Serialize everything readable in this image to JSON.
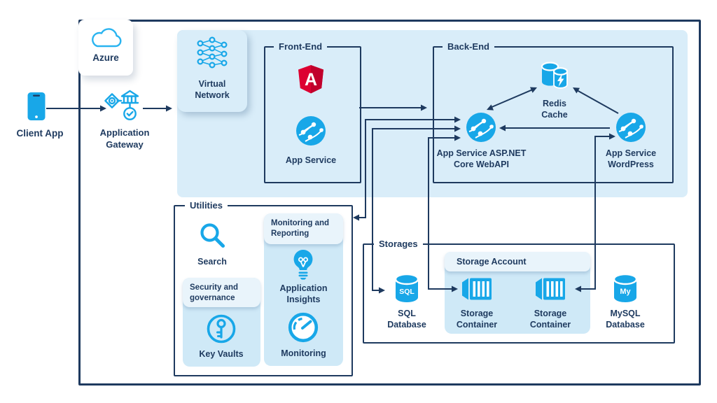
{
  "colors": {
    "navy": "#1e3a5f",
    "azure_blue": "#18a7e8",
    "cloud_blue": "#2ab4f0",
    "panel_blue": "#d9edf9",
    "subpanel_blue": "#cfe9f7",
    "chip_blue": "#e9f4fb",
    "angular_red": "#dd0031",
    "angular_red_dark": "#c1002c"
  },
  "azure": {
    "label": "Azure"
  },
  "client": {
    "label": "Client App"
  },
  "gateway": {
    "label": "Application Gateway"
  },
  "virtual_network": {
    "label": "Virtual Network"
  },
  "front_end": {
    "title": "Front-End",
    "app_service": {
      "label": "App Service"
    }
  },
  "back_end": {
    "title": "Back-End",
    "redis": {
      "label": "Redis Cache"
    },
    "webapi": {
      "label": "App Service ASP.NET Core WebAPI"
    },
    "wordpress": {
      "label": "App Service WordPress"
    }
  },
  "utilities": {
    "title": "Utilities",
    "search": {
      "label": "Search"
    },
    "security_governance": {
      "label": "Security and governance"
    },
    "key_vaults": {
      "label": "Key Vaults"
    },
    "monitoring_reporting": {
      "label": "Monitoring and Reporting"
    },
    "application_insights": {
      "label": "Application Insights"
    },
    "monitoring": {
      "label": "Monitoring"
    }
  },
  "storages": {
    "title": "Storages",
    "sql_database": {
      "label": "SQL Database",
      "icon_text": "SQL"
    },
    "storage_account": {
      "label": "Storage Account"
    },
    "storage_container_1": {
      "label": "Storage Container"
    },
    "storage_container_2": {
      "label": "Storage Container"
    },
    "mysql_database": {
      "label": "MySQL Database",
      "icon_text": "My"
    }
  }
}
